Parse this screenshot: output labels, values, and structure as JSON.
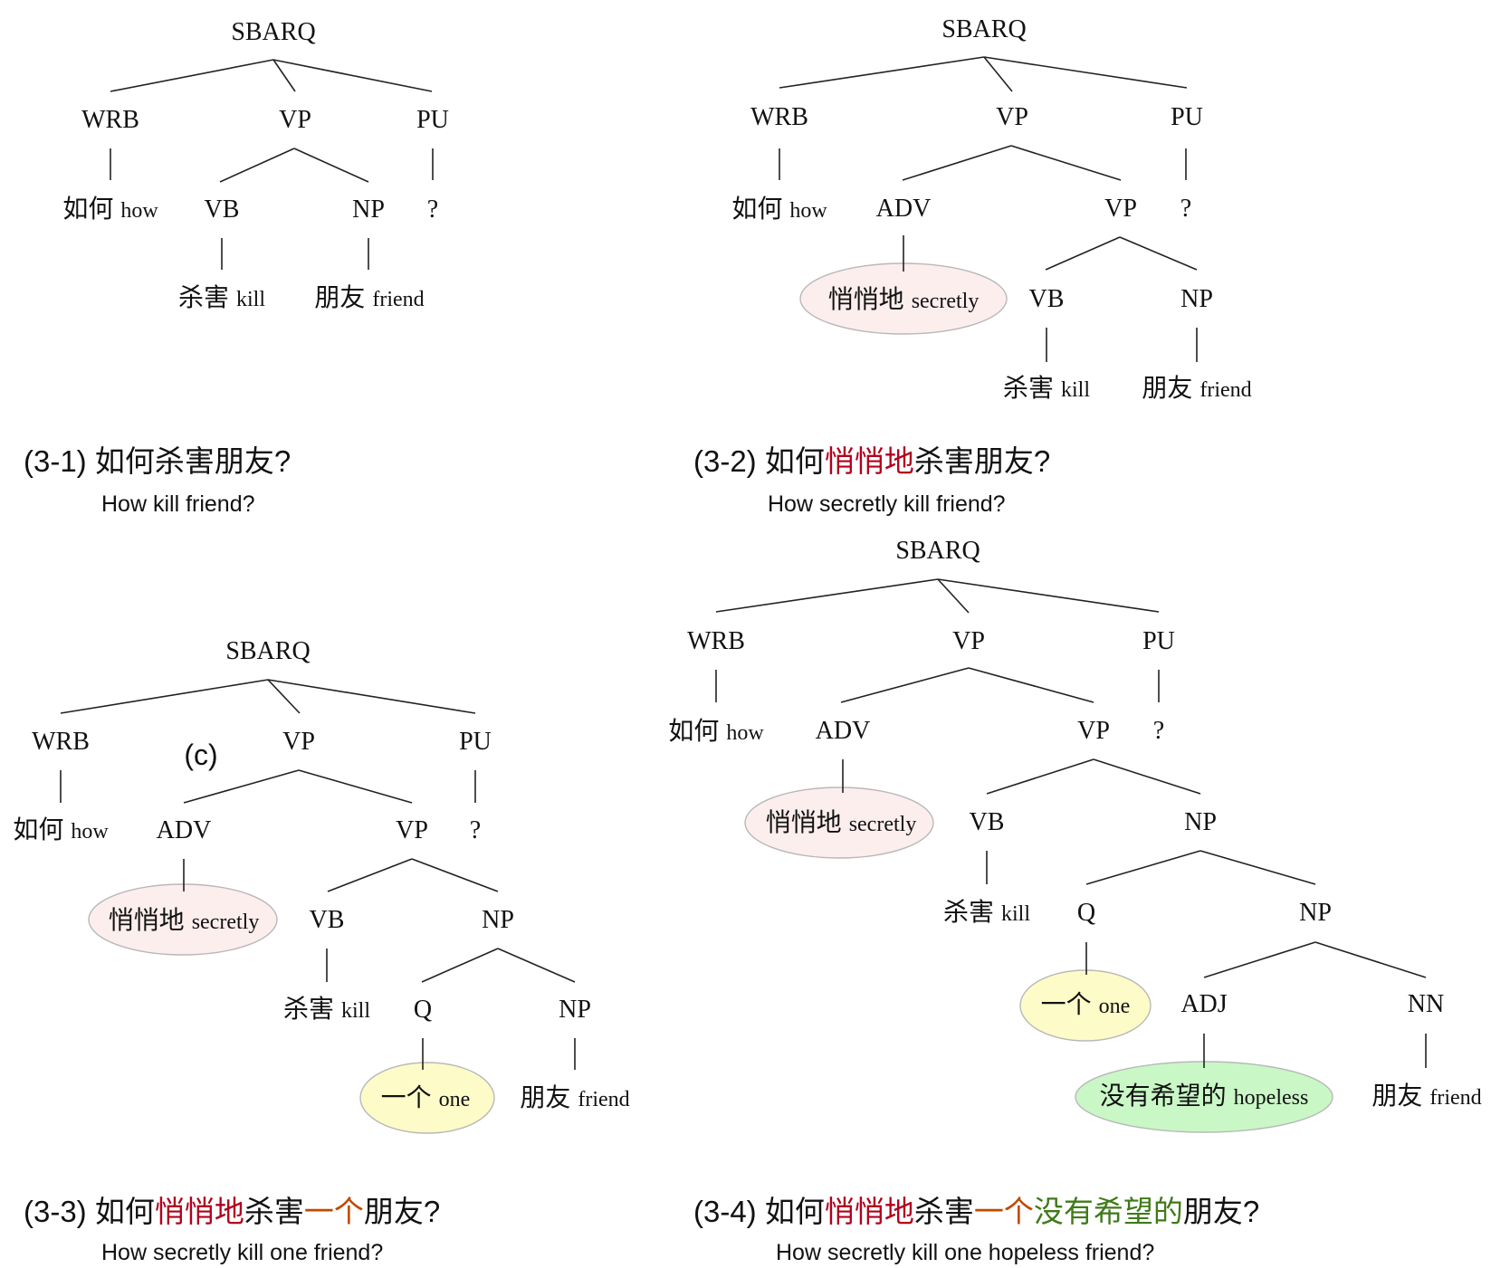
{
  "colors": {
    "adverb": "#b2001e",
    "quantifier": "#c04a00",
    "adjective": "#3f7a1a",
    "ellipse_adverb_fill": "#fdeeee",
    "ellipse_quantifier_fill": "#fdfbc7",
    "ellipse_adjective_fill": "#c9f7c6"
  },
  "labels": {
    "sbarq": "SBARQ",
    "wrb": "WRB",
    "vp": "VP",
    "pu": "PU",
    "adv": "ADV",
    "vb": "VB",
    "np": "NP",
    "q": "Q",
    "adj": "ADJ",
    "nn": "NN",
    "qmark": "?"
  },
  "words": {
    "ruhe": "如何",
    "how": "how",
    "shahai": "杀害",
    "kill": "kill",
    "pengyou": "朋友",
    "friend": "friend",
    "qiaoqiaodi": "悄悄地",
    "secretly": "secretly",
    "yige": "一个",
    "one": "one",
    "meiyou": "没有希望的",
    "hopeless": "hopeless"
  },
  "panel_marker": "(c)",
  "captions": [
    {
      "id": "3-1",
      "number": "(3-1)",
      "segments": [
        {
          "text": "如何杀害朋友?",
          "role": "plain"
        }
      ],
      "translation": "How kill friend?"
    },
    {
      "id": "3-2",
      "number": "(3-2)",
      "segments": [
        {
          "text": "如何",
          "role": "plain"
        },
        {
          "text": "悄悄地",
          "role": "adverb"
        },
        {
          "text": "杀害朋友?",
          "role": "plain"
        }
      ],
      "translation": "How secretly kill friend?"
    },
    {
      "id": "3-3",
      "number": "(3-3)",
      "segments": [
        {
          "text": "如何",
          "role": "plain"
        },
        {
          "text": "悄悄地",
          "role": "adverb"
        },
        {
          "text": "杀害",
          "role": "plain"
        },
        {
          "text": "一个",
          "role": "quantifier"
        },
        {
          "text": "朋友?",
          "role": "plain"
        }
      ],
      "translation": "How secretly kill one friend?"
    },
    {
      "id": "3-4",
      "number": "(3-4)",
      "segments": [
        {
          "text": "如何",
          "role": "plain"
        },
        {
          "text": "悄悄地",
          "role": "adverb"
        },
        {
          "text": "杀害",
          "role": "plain"
        },
        {
          "text": "一个",
          "role": "quantifier"
        },
        {
          "text": "没有希望的",
          "role": "adjective"
        },
        {
          "text": "朋友?",
          "role": "plain"
        }
      ],
      "translation": "How secretly kill one hopeless friend?"
    }
  ]
}
